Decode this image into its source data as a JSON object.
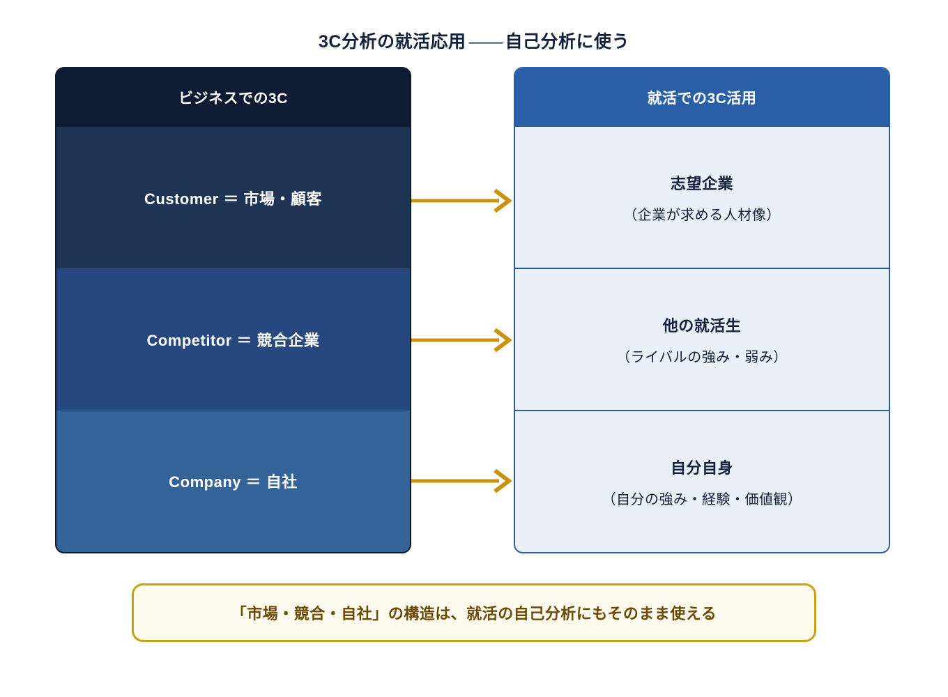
{
  "title": {
    "left": "3C分析の就活応用",
    "dash": "——",
    "right": "自己分析に使う"
  },
  "left_panel": {
    "header": "ビジネスでの3C",
    "header_color": "#0d1b33",
    "rows": [
      {
        "label": "Customer ＝ 市場・顧客",
        "bg": "#1f3354"
      },
      {
        "label": "Competitor ＝ 競合企業",
        "bg": "#27487e"
      },
      {
        "label": "Company ＝ 自社",
        "bg": "#336398"
      }
    ]
  },
  "right_panel": {
    "header": "就活での3C活用",
    "header_color": "#2a5fa8",
    "body_color": "#eaf0f8",
    "rows": [
      {
        "main": "志望企業",
        "sub": "（企業が求める人材像）"
      },
      {
        "main": "他の就活生",
        "sub": "（ライバルの強み・弱み）"
      },
      {
        "main": "自分自身",
        "sub": "（自分の強み・経験・価値観）"
      }
    ]
  },
  "arrows": {
    "color": "#c8930f",
    "count": 3
  },
  "banner": {
    "text": "「市場・競合・自社」の構造は、就活の自己分析にもそのまま使える",
    "border_color": "#c8a114",
    "fill_color": "#fdfaed",
    "text_color": "#6b4a08"
  }
}
